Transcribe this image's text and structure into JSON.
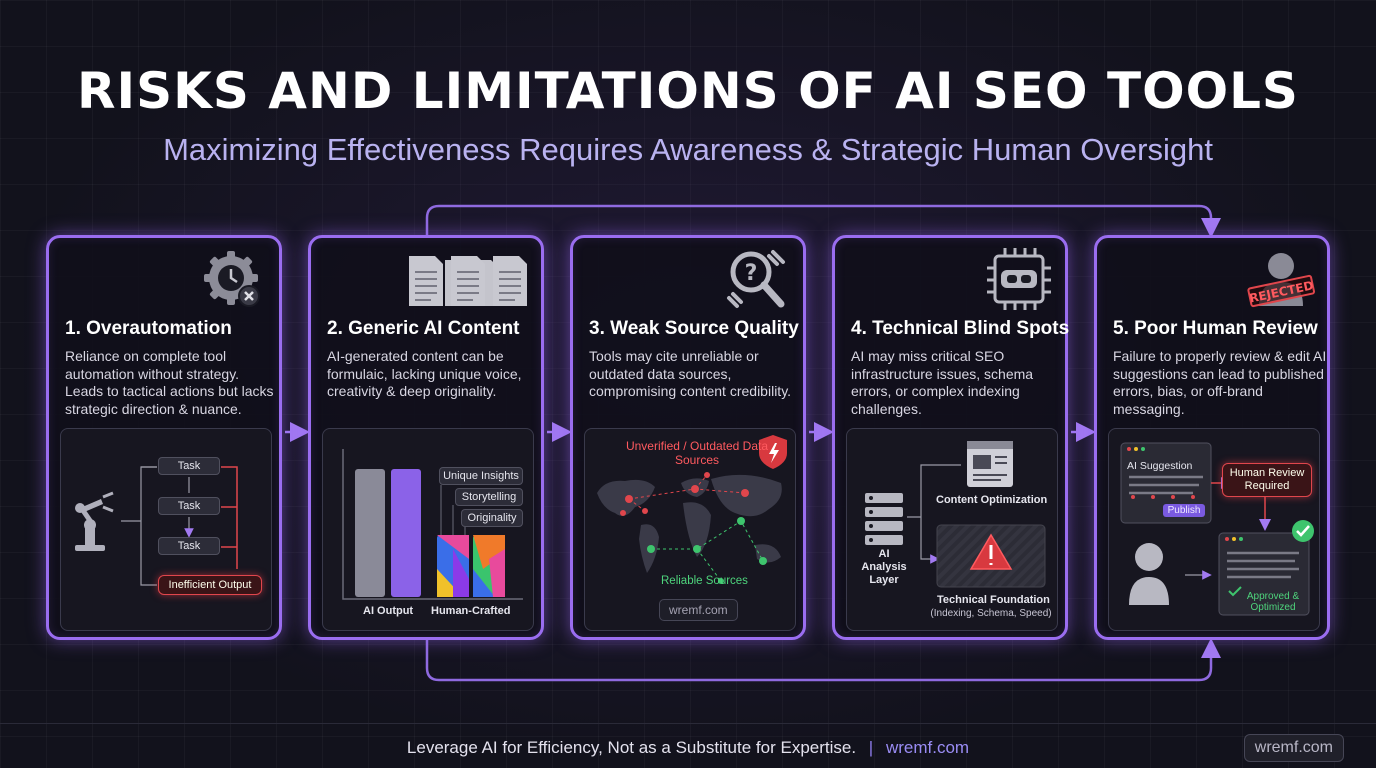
{
  "title": "RISKS AND LIMITATIONS OF AI SEO TOOLS",
  "subtitle": "Maximizing Effectiveness Requires Awareness & Strategic Human Oversight",
  "cards": [
    {
      "title": "1. Overautomation",
      "text": "Reliance on complete tool automation without strategy. Leads to tactical actions but lacks strategic direction & nuance.",
      "icon": "gear-clock-icon",
      "diagram": {
        "tasks": [
          "Task",
          "Task",
          "Task"
        ],
        "output": "Inefficient Output"
      }
    },
    {
      "title": "2. Generic AI Content",
      "text": "AI-generated content can be formulaic, lacking unique voice, creativity & deep originality.",
      "icon": "documents-icon",
      "diagram": {
        "tags": [
          "Unique Insights",
          "Storytelling",
          "Originality"
        ],
        "bars": [
          "AI Output",
          "Human-Crafted"
        ]
      }
    },
    {
      "title": "3. Weak Source Quality",
      "text": "Tools may cite unreliable or outdated data sources, compromising content credibility.",
      "icon": "broken-link-magnifier-icon",
      "diagram": {
        "warning": "Unverified / Outdated Data Sources",
        "reliable": "Reliable Sources",
        "watermark": "wremf.com"
      }
    },
    {
      "title": "4. Technical Blind Spots",
      "text": "AI may miss critical SEO infrastructure issues, schema errors, or complex indexing challenges.",
      "icon": "chip-vr-icon",
      "diagram": {
        "content": "Content Optimization",
        "layer": "AI Analysis Layer",
        "foundation": "Technical Foundation",
        "foundation_sub": "(Indexing, Schema, Speed)"
      }
    },
    {
      "title": "5. Poor Human Review",
      "text": "Failure to properly review & edit AI suggestions can lead to published errors, bias, or off-brand messaging.",
      "icon": "rejected-person-icon",
      "stamp": "REJECTED",
      "diagram": {
        "suggestion": "AI Suggestion",
        "publish": "Publish",
        "required": "Human Review Required",
        "approved": "Approved & Optimized"
      }
    }
  ],
  "footer": {
    "tagline": "Leverage AI for Efficiency, Not as a Substitute for Expertise.",
    "separator": "|",
    "url": "wremf.com",
    "badge": "wremf.com"
  },
  "colors": {
    "accent": "#9a6df0",
    "red": "#e0464c",
    "green": "#3ec46d",
    "subtitle": "#b9b2f0"
  }
}
